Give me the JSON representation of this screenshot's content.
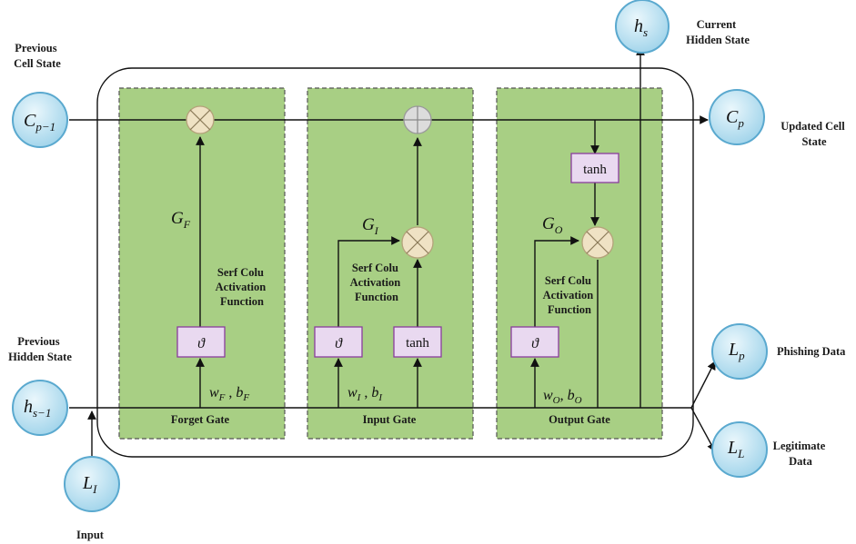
{
  "labels": {
    "prev_cell_1": "Previous",
    "prev_cell_2": "Cell State",
    "current_hidden_1": "Current",
    "current_hidden_2": "Hidden State",
    "updated_cell_1": "Updated Cell",
    "updated_cell_2": "State",
    "prev_hidden_1": "Previous",
    "prev_hidden_2": "Hidden State",
    "phishing": "Phishing Data",
    "legit_1": "Legitimate",
    "legit_2": "Data",
    "input": "Input"
  },
  "nodes": {
    "c_prev": {
      "main": "C",
      "sub": "p−1"
    },
    "c_p": {
      "main": "C",
      "sub": "p"
    },
    "h_s": {
      "main": "h",
      "sub": "s"
    },
    "h_prev": {
      "main": "h",
      "sub": "s−1"
    },
    "l_i": {
      "main": "L",
      "sub": "I"
    },
    "l_p": {
      "main": "L",
      "sub": "p"
    },
    "l_l": {
      "main": "L",
      "sub": "L"
    }
  },
  "gates": {
    "forget": {
      "title": "Forget Gate",
      "signal": {
        "main": "G",
        "sub": "F"
      },
      "activation": [
        "Serf Colu",
        "Activation",
        "Function"
      ],
      "sigma": "ϑ",
      "weights": {
        "w": "w",
        "w_sub": "F",
        "sep": " , ",
        "b": "b",
        "b_sub": "F"
      }
    },
    "input": {
      "title": "Input Gate",
      "signal": {
        "main": "G",
        "sub": "I"
      },
      "activation": [
        "Serf Colu",
        "Activation",
        "Function"
      ],
      "sigma": "ϑ",
      "tanh": "tanh",
      "weights": {
        "w": "w",
        "w_sub": "I",
        "sep": " , ",
        "b": "b",
        "b_sub": "I"
      }
    },
    "output": {
      "title": "Output Gate",
      "signal": {
        "main": "G",
        "sub": "O"
      },
      "activation": [
        "Serf Colu",
        "Activation",
        "Function"
      ],
      "sigma": "ϑ",
      "tanh": "tanh",
      "weights": {
        "w": "w",
        "w_sub": "O",
        "sep": ", ",
        "b": "b",
        "b_sub": "O"
      }
    }
  },
  "colors": {
    "gate_fill": "#a8cf84",
    "gate_border": "#555555",
    "node_fill": "#bde3f2",
    "node_stroke": "#5aa9cf",
    "op_fill": "#efe2c4",
    "op_stroke": "#b4a27a",
    "add_fill": "#dcdcdc",
    "add_stroke": "#9a9a9a",
    "box_fill": "#e9d9f0",
    "box_stroke": "#8a3c9e"
  }
}
